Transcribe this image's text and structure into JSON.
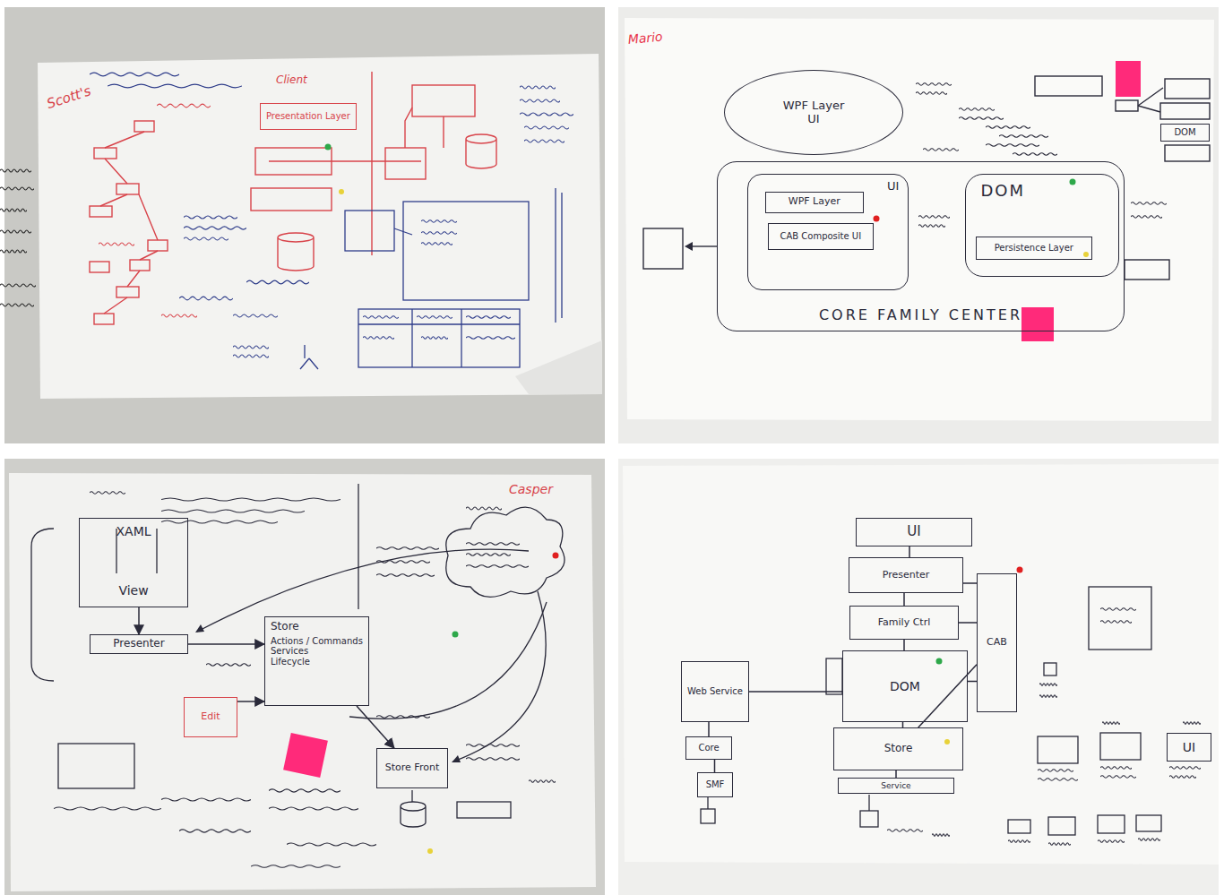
{
  "diagram": {
    "nodes": [
      {
        "text": [
          "Presentation Layer"
        ]
      },
      {
        "text": [
          "WPF Layer",
          "UI"
        ]
      },
      {
        "text": [
          "DOM"
        ]
      },
      {
        "text": [
          "CORE FAMILY CENTER"
        ]
      },
      {
        "text": [
          "UI"
        ],
        "in": 3
      },
      {
        "text": [
          "WPF Layer"
        ],
        "in": 4
      },
      {
        "text": [
          "CAB Composite UI"
        ],
        "in": 4
      },
      {
        "text": [
          "DOM"
        ],
        "in": 3
      },
      {
        "text": [
          "Persistence Layer"
        ],
        "in": 7
      },
      {
        "text": [
          "XAML",
          "View"
        ]
      },
      {
        "text": [
          "Presenter"
        ]
      },
      {
        "text": [
          "Store",
          "Actions / Commands",
          "Services",
          "Lifecycle"
        ]
      },
      {
        "text": [
          "Edit"
        ]
      },
      {
        "text": [
          "Store Front"
        ]
      },
      {
        "text": [
          "UI"
        ]
      },
      {
        "text": [
          "Presenter"
        ]
      },
      {
        "text": [
          "Family Ctrl"
        ]
      },
      {
        "text": [
          "CAB"
        ]
      },
      {
        "text": [
          "Web Service"
        ]
      },
      {
        "text": [
          "DOM"
        ]
      },
      {
        "text": [
          "Core"
        ]
      },
      {
        "text": [
          "Store"
        ]
      },
      {
        "text": [
          "Service"
        ]
      },
      {
        "text": [
          "SMF"
        ]
      },
      {
        "text": [
          "UI"
        ]
      }
    ],
    "edges": [
      {
        "from": 9,
        "to": 10,
        "arrow": "to"
      },
      {
        "from": 10,
        "to": 11,
        "arrow": "to"
      },
      {
        "from": 12,
        "to": 11,
        "arrow": "to"
      },
      {
        "from": 11,
        "to": 13,
        "arrow": "to"
      },
      {
        "from": 14,
        "to": 15,
        "arrow": "none"
      },
      {
        "from": 15,
        "to": 16,
        "arrow": "none"
      },
      {
        "from": 16,
        "to": 19,
        "arrow": "none"
      },
      {
        "from": 19,
        "to": 21,
        "arrow": "none"
      },
      {
        "from": 21,
        "to": 22,
        "arrow": "none"
      },
      {
        "from": 15,
        "to": 17,
        "arrow": "none"
      },
      {
        "from": 16,
        "to": 17,
        "arrow": "none"
      },
      {
        "from": 19,
        "to": 17,
        "arrow": "none"
      },
      {
        "from": 21,
        "to": 17,
        "arrow": "none"
      },
      {
        "from": 18,
        "to": 19,
        "arrow": "none"
      },
      {
        "from": 18,
        "to": 20,
        "arrow": "none"
      },
      {
        "from": 20,
        "to": 23,
        "arrow": "none"
      }
    ],
    "labels": [
      "Scott's",
      "Client",
      "Mario",
      "Casper"
    ]
  }
}
